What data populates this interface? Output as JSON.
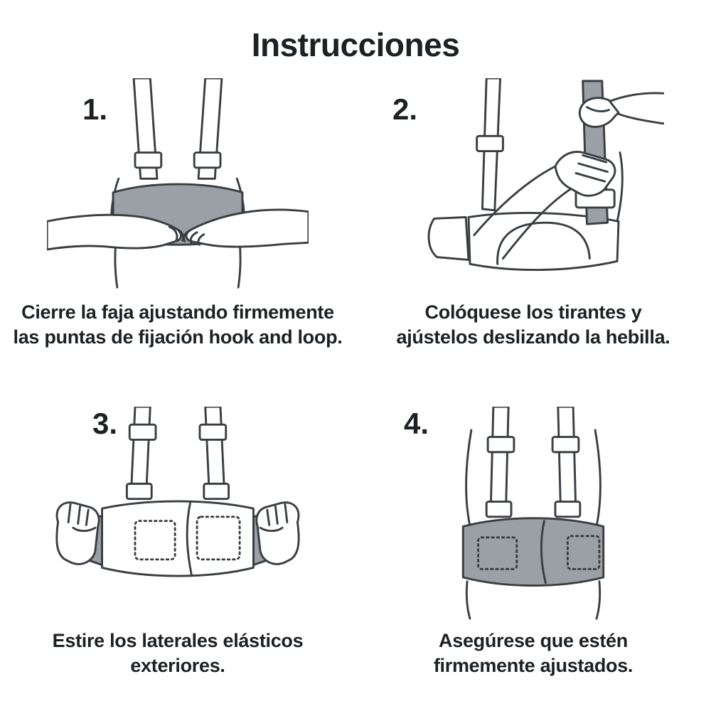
{
  "title": "Instrucciones",
  "colors": {
    "ink": "#3a3e42",
    "belt_gray": "#9aa0a5",
    "text": "#1d2124",
    "background": "#ffffff"
  },
  "steps": [
    {
      "number": "1.",
      "illustration": "hands-closing-belt-illustration",
      "lines": [
        "Cierre la faja ajustando firmemente",
        "las puntas de fijación hook and loop."
      ]
    },
    {
      "number": "2.",
      "illustration": "adjusting-suspender-buckle-illustration",
      "lines": [
        "Colóquese los tirantes y",
        "ajústelos deslizando la hebilla."
      ]
    },
    {
      "number": "3.",
      "illustration": "stretching-side-elastics-illustration",
      "lines": [
        "Estire los laterales elásticos",
        "exteriores."
      ]
    },
    {
      "number": "4.",
      "illustration": "belt-firmly-adjusted-illustration",
      "lines": [
        "Asegúrese que estén",
        "firmemente ajustados."
      ]
    }
  ]
}
